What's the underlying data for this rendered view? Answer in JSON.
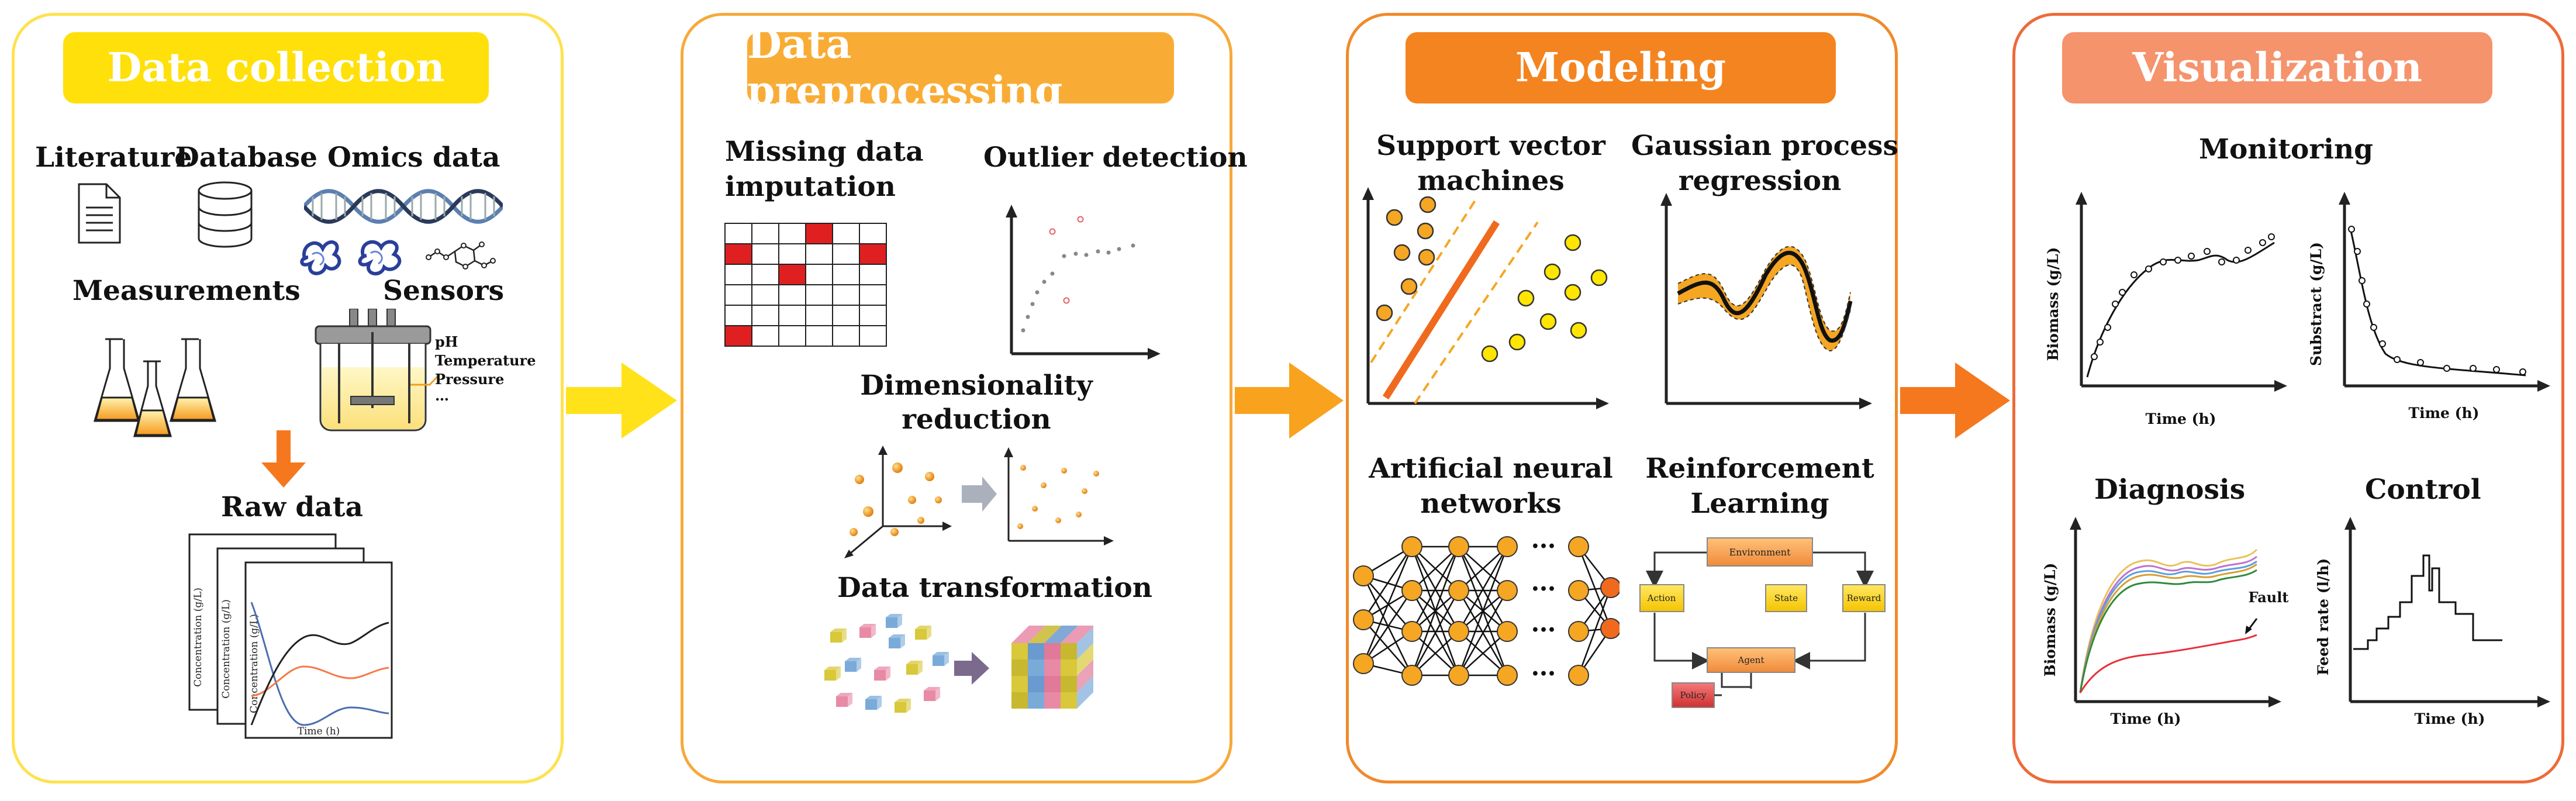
{
  "panels": [
    {
      "title": "Data collection",
      "color": "#FFE00A",
      "border": "#FFE14D"
    },
    {
      "title": "Data preprocessing",
      "color": "#F9AC35",
      "border": "#F7A93A"
    },
    {
      "title": "Modeling",
      "color": "#F4841F",
      "border": "#F08A2A"
    },
    {
      "title": "Visualization",
      "color": "#F5936C",
      "border": "#EE6A3A"
    }
  ],
  "collection": {
    "literature": "Literature",
    "database": "Database",
    "omics": "Omics data",
    "measurements": "Measurements",
    "sensors": "Sensors",
    "sensor_items": [
      "pH",
      "Temperature",
      "Pressure",
      "…"
    ],
    "raw_data": "Raw data",
    "raw_ylabel": "Concentration (g/L)",
    "raw_xlabel": "Time (h)"
  },
  "preprocessing": {
    "missing": [
      "Missing data",
      "imputation"
    ],
    "outlier": "Outlier detection",
    "dimred": [
      "Dimensionality",
      "reduction"
    ],
    "transform": "Data transformation"
  },
  "modeling": {
    "svm": [
      "Support vector",
      "machines"
    ],
    "gpr": [
      "Gaussian process",
      "regression"
    ],
    "ann": [
      "Artificial neural",
      "networks"
    ],
    "rl": [
      "Reinforcement",
      "Learning"
    ],
    "rl_nodes": {
      "environment": "Environment",
      "action": "Action",
      "state": "State",
      "reward": "Reward",
      "agent": "Agent",
      "policy": "Policy"
    },
    "ann_ellipsis": "•••"
  },
  "visualization": {
    "monitoring": "Monitoring",
    "diagnosis": "Diagnosis",
    "control": "Control",
    "biomass": "Biomass (g/L)",
    "substract": "Substract (g/L)",
    "feed": "Feed rate (l/h)",
    "time": "Time (h)",
    "fault": "Fault"
  },
  "colors": {
    "red_cell": "#E02020",
    "orange_node": "#F5A623",
    "yellow_node": "#FFE600",
    "svm_line": "#F06A1E",
    "fault_line": "#E8303A",
    "arrow_yellow": "#FFE21A",
    "arrow_orange1": "#F9A21E",
    "arrow_orange2": "#F5781E"
  }
}
